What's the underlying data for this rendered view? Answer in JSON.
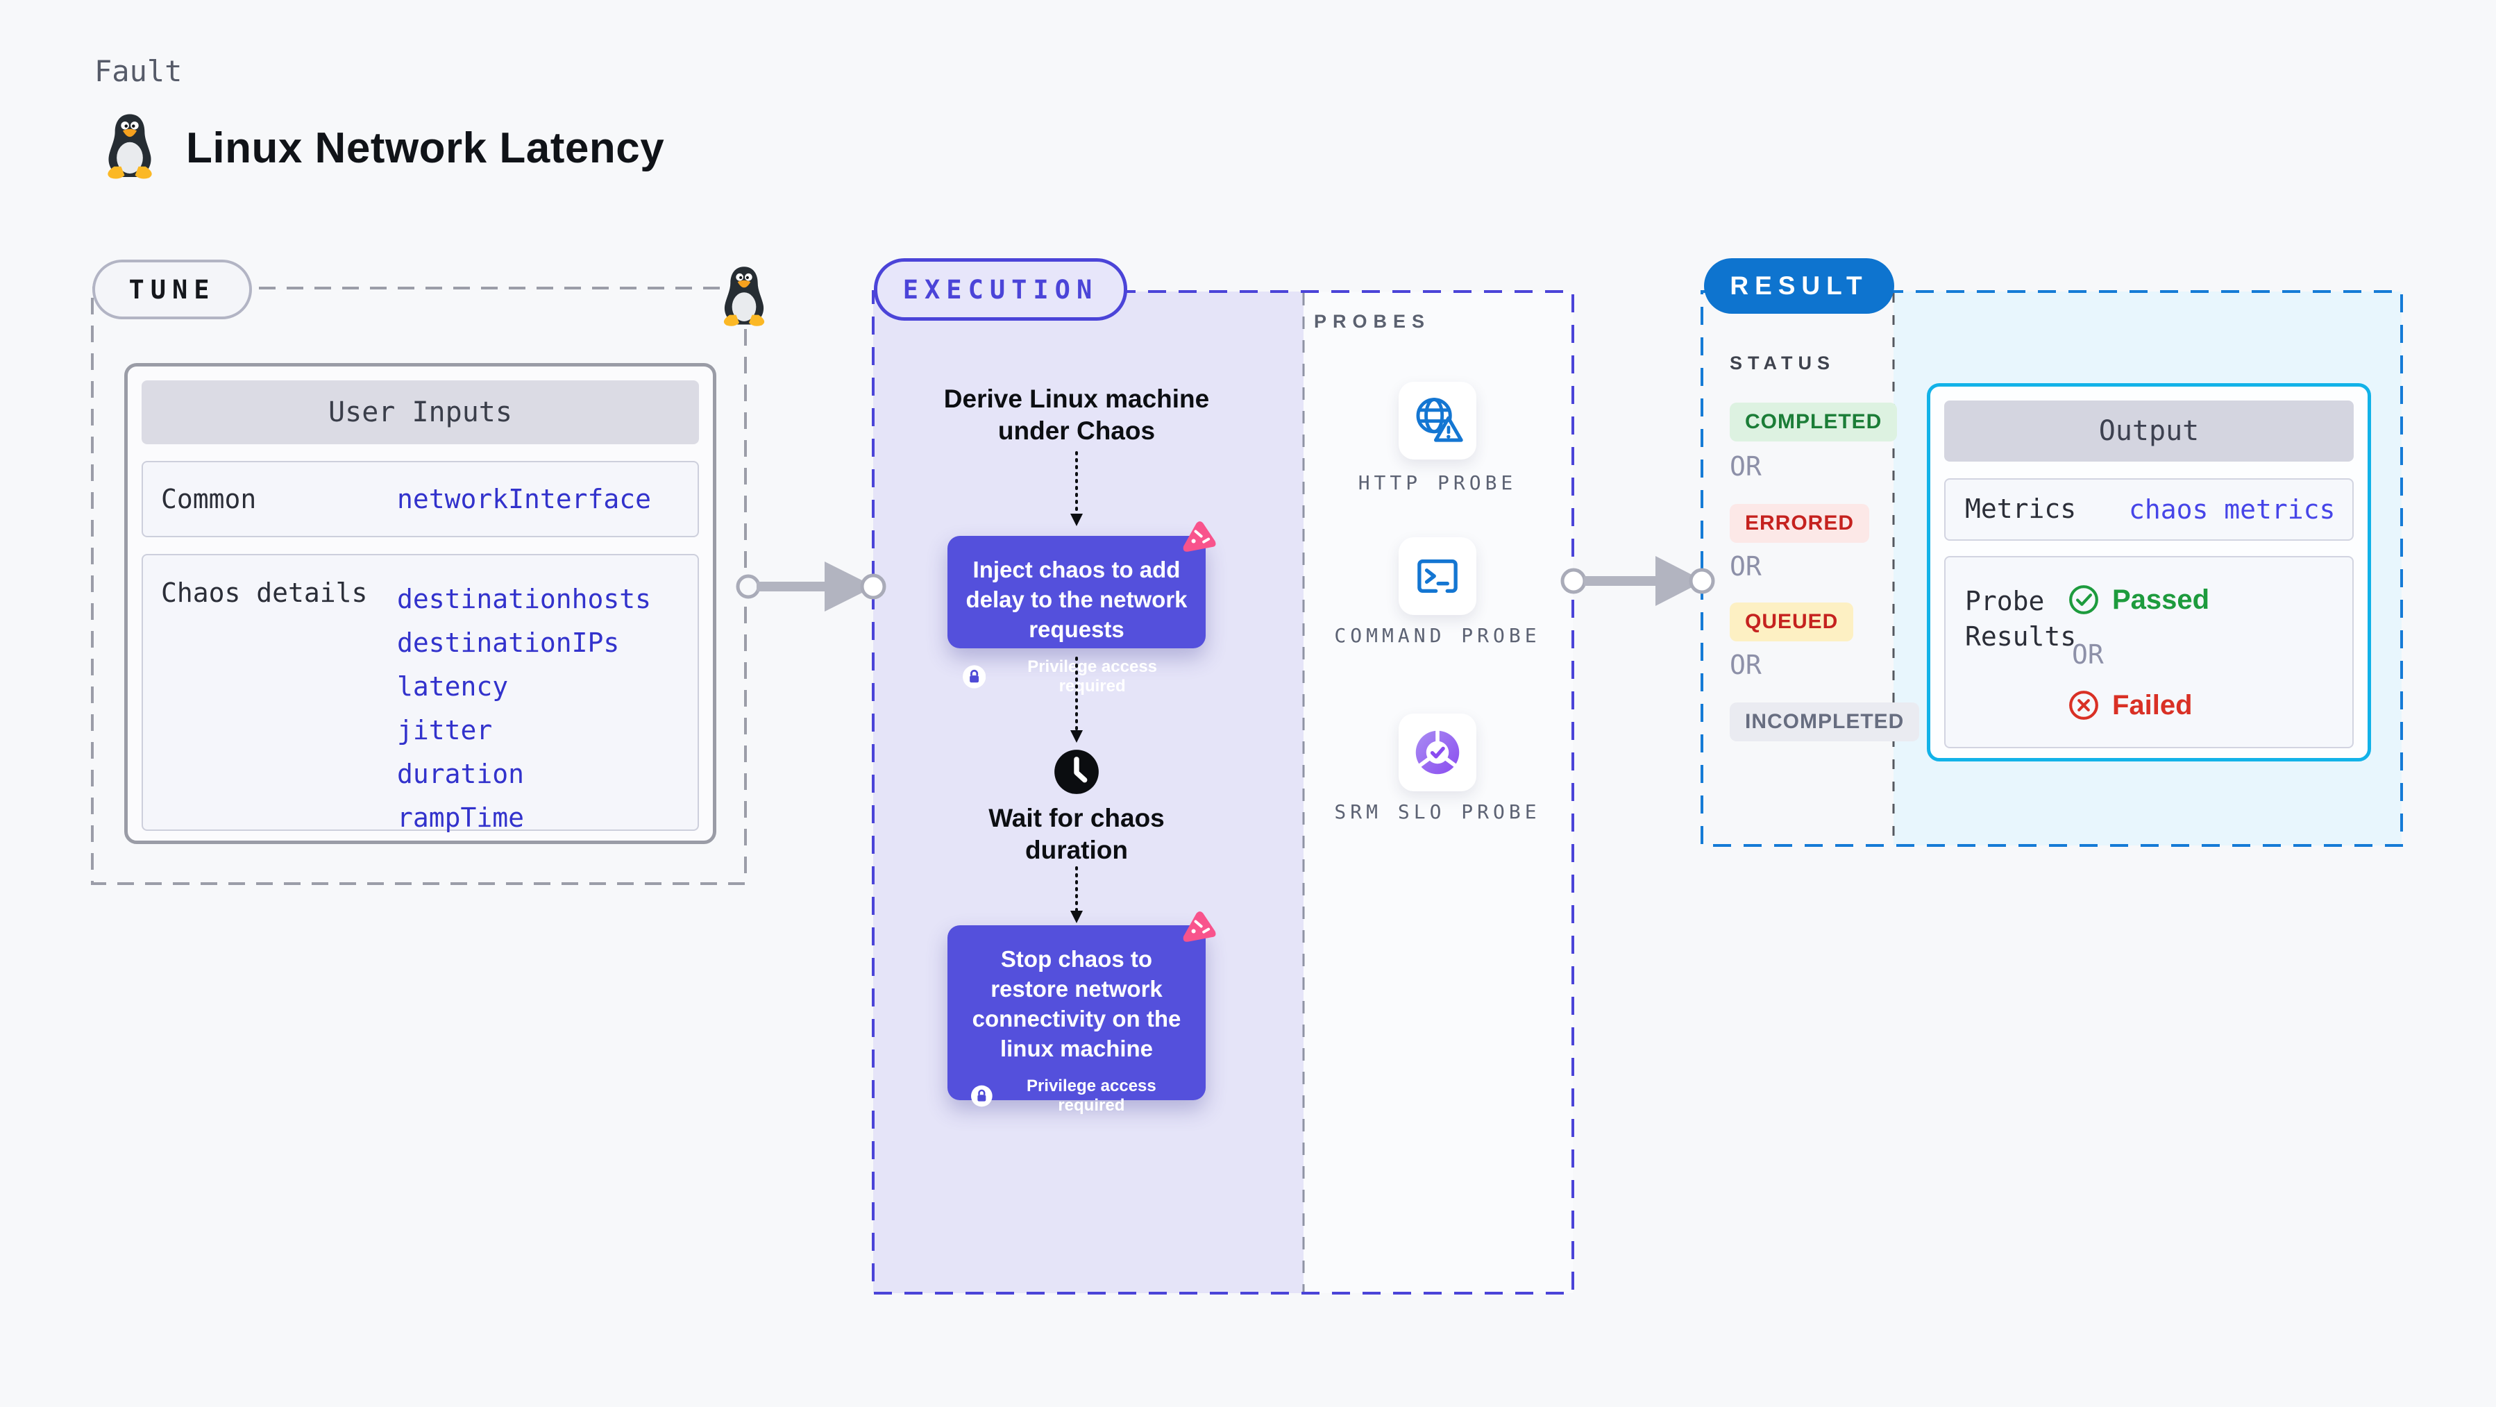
{
  "page": {
    "fault_label": "Fault",
    "title": "Linux Network Latency"
  },
  "tune": {
    "badge": "TUNE",
    "card_header": "User Inputs",
    "rows": [
      {
        "label": "Common",
        "values": [
          "networkInterface"
        ]
      },
      {
        "label": "Chaos details",
        "values": [
          "destinationhosts",
          "destinationIPs",
          "latency",
          "jitter",
          "duration",
          "rampTime"
        ]
      }
    ]
  },
  "execution": {
    "badge": "EXECUTION",
    "derive": "Derive Linux machine under Chaos",
    "inject": "Inject chaos to add delay to the network requests",
    "wait": "Wait for chaos duration",
    "stop": "Stop chaos to restore network connectivity on the linux machine",
    "privilege_note": "Privilege access required"
  },
  "probes": {
    "header": "PROBES",
    "items": [
      {
        "label": "HTTP PROBE",
        "icon": "globe-warning-icon"
      },
      {
        "label": "COMMAND PROBE",
        "icon": "terminal-icon"
      },
      {
        "label": "SRM SLO PROBE",
        "icon": "slo-pie-check-icon"
      }
    ]
  },
  "result": {
    "badge": "RESULT",
    "status_header": "STATUS",
    "or_label": "OR",
    "statuses": [
      {
        "label": "COMPLETED",
        "fg": "#1b7d37",
        "bg": "#ddf2e1"
      },
      {
        "label": "ERRORED",
        "fg": "#c5221f",
        "bg": "#fce8e7"
      },
      {
        "label": "QUEUED",
        "fg": "#c5221f",
        "bg": "#fdf0c3"
      },
      {
        "label": "INCOMPLETED",
        "fg": "#676d80",
        "bg": "#eaebf1"
      }
    ],
    "output": {
      "header": "Output",
      "metrics_label": "Metrics",
      "metrics_value": "chaos metrics",
      "probe_results_label": "Probe Results",
      "passed": "Passed",
      "failed": "Failed"
    }
  },
  "colors": {
    "page_bg": "#f7f8fa",
    "tune_dash": "#9b9da8",
    "execution_dash": "#4b44d8",
    "execution_fill": "#e5e4f8",
    "node_bg": "#5450dc",
    "litmus_pink": "#f8538c",
    "result_dash": "#157bd6",
    "result_fill": "#e8f6fd",
    "result_pill_bg": "#0e74cf",
    "output_border": "#12b2e8",
    "link_blue": "#3232cc",
    "metrics_blue": "#4645e8",
    "passed_green": "#1d9b3d",
    "failed_red": "#d93025",
    "probe_icon_blue": "#1476d2",
    "arrow_gray": "#b2b4c0"
  }
}
